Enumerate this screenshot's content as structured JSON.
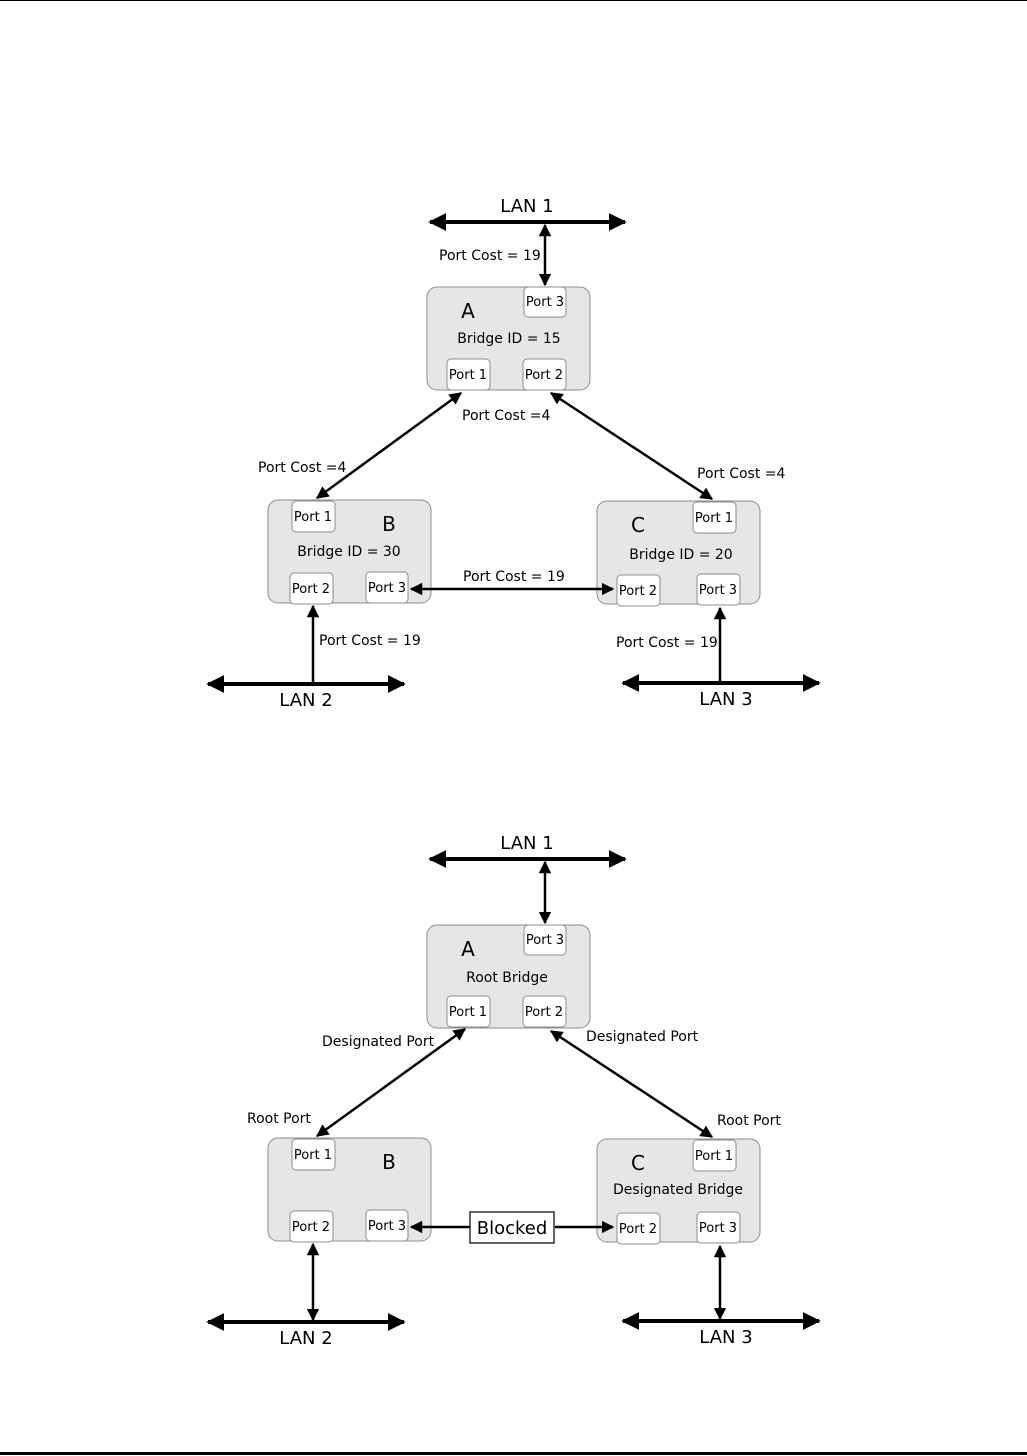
{
  "top_diagram": {
    "lans": {
      "lan1": "LAN 1",
      "lan2": "LAN 2",
      "lan3": "LAN 3"
    },
    "bridges": {
      "a": {
        "letter": "A",
        "label": "Bridge ID = 15",
        "ports": [
          "Port 3",
          "Port 1",
          "Port 2"
        ]
      },
      "b": {
        "letter": "B",
        "label": "Bridge ID = 30",
        "ports": [
          "Port 1",
          "Port 2",
          "Port 3"
        ]
      },
      "c": {
        "letter": "C",
        "label": "Bridge ID = 20",
        "ports": [
          "Port 1",
          "Port 2",
          "Port 3"
        ]
      }
    },
    "link_labels": {
      "a_lan1": "Port Cost = 19",
      "a_b_a_side": "Port Cost =4",
      "a_b_b_side": "Port Cost =4",
      "a_c_c_side": "Port Cost =4",
      "b_c": "Port Cost = 19",
      "b_lan2": "Port Cost = 19",
      "c_lan3": "Port Cost = 19"
    }
  },
  "bottom_diagram": {
    "lans": {
      "lan1": "LAN 1",
      "lan2": "LAN 2",
      "lan3": "LAN 3"
    },
    "bridges": {
      "a": {
        "letter": "A",
        "label": "Root Bridge",
        "ports": [
          "Port 3",
          "Port 1",
          "Port 2"
        ]
      },
      "b": {
        "letter": "B",
        "label": "",
        "ports": [
          "Port 1",
          "Port 2",
          "Port 3"
        ]
      },
      "c": {
        "letter": "C",
        "label": "Designated Bridge",
        "ports": [
          "Port 1",
          "Port 2",
          "Port 3"
        ]
      }
    },
    "role_labels": {
      "a_b_a_side": "Designated Port",
      "a_c_a_side": "Designated Port",
      "b_root": "Root Port",
      "c_root": "Root Port"
    },
    "blocked_label": "Blocked"
  }
}
